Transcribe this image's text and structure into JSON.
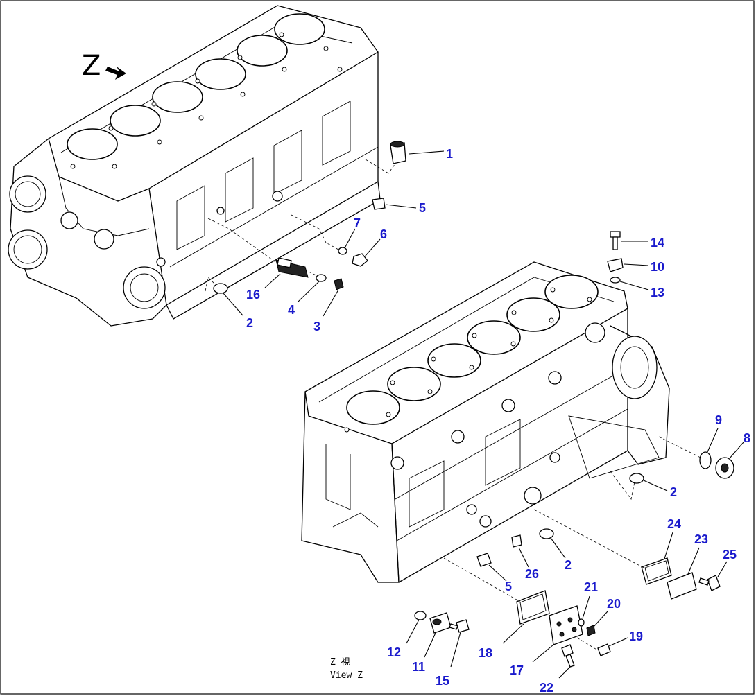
{
  "view_marker": "Z",
  "caption": {
    "line1": "Z  視",
    "line2": "View Z"
  },
  "callouts": {
    "c1": "1",
    "c2a": "2",
    "c2b": "2",
    "c2c": "2",
    "c3": "3",
    "c4": "4",
    "c5a": "5",
    "c5b": "5",
    "c6": "6",
    "c7": "7",
    "c8": "8",
    "c9": "9",
    "c10": "10",
    "c11": "11",
    "c12": "12",
    "c13": "13",
    "c14": "14",
    "c15": "15",
    "c16": "16",
    "c17": "17",
    "c18": "18",
    "c19": "19",
    "c20": "20",
    "c21": "21",
    "c22": "22",
    "c23": "23",
    "c24": "24",
    "c25": "25",
    "c26": "26"
  },
  "colors": {
    "callout": "#1a1acc",
    "line": "#000000",
    "background": "#ffffff"
  }
}
